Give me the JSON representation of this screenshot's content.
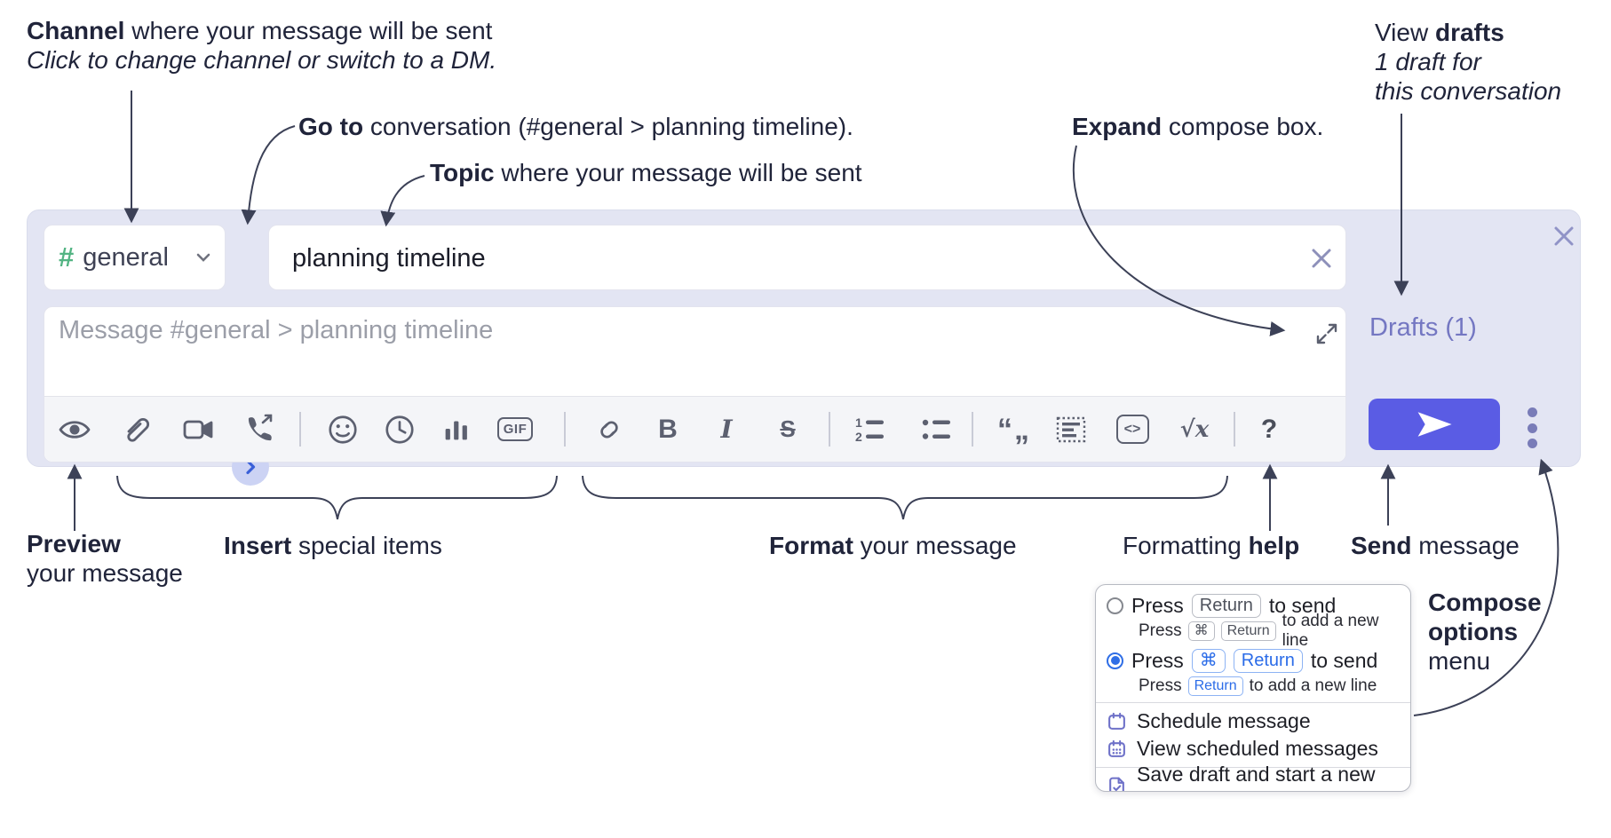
{
  "annotations": {
    "channel": {
      "bold": "Channel",
      "rest": " where your message will be sent",
      "line2": "Click to change channel or switch to a DM."
    },
    "goto": {
      "bold": "Go to",
      "rest": " conversation (#general > planning timeline)."
    },
    "topic": {
      "bold": "Topic",
      "rest": " where your message will be sent"
    },
    "expand": {
      "bold": "Expand",
      "rest": " compose box."
    },
    "view_drafts": {
      "pre": "View ",
      "bold": "drafts",
      "line2": "1 draft for",
      "line3": "this conversation"
    },
    "preview": {
      "bold": "Preview",
      "line2": "your message"
    },
    "insert": {
      "bold": "Insert",
      "rest": " special items"
    },
    "format": {
      "bold": "Format",
      "rest": " your message"
    },
    "formatting_help": {
      "pre": "Formatting ",
      "bold": "help"
    },
    "send": {
      "bold": "Send",
      "rest": " message"
    },
    "compose_options": {
      "line1": "Compose",
      "line2": "options",
      "line3": "menu"
    }
  },
  "compose": {
    "hash": "#",
    "channel_name": "general",
    "topic_value": "planning timeline",
    "message_placeholder": "Message #general > planning timeline",
    "drafts_label": "Drafts (1)"
  },
  "toolbar": {
    "gif": "GIF",
    "bold": "B",
    "italic": "I",
    "strike": "S",
    "ol1": "1",
    "ol2": "2",
    "quote": "“„",
    "code": "<>",
    "math": "√x",
    "help": "?"
  },
  "popup": {
    "opt1": {
      "pre": "Press",
      "kbd": "Return",
      "post": "to send",
      "sub_pre": "Press",
      "sub_kbd1": "⌘",
      "sub_kbd2": "Return",
      "sub_post": "to add a new line"
    },
    "opt2": {
      "pre": "Press",
      "kbd1": "⌘",
      "kbd2": "Return",
      "post": "to send",
      "sub_pre": "Press",
      "sub_kbd": "Return",
      "sub_post": "to add a new line"
    },
    "items": [
      "Schedule message",
      "View scheduled messages",
      "Save draft and start a new message"
    ]
  },
  "colors": {
    "accent_send": "#5a5ce4",
    "drafts_link": "#7477c2",
    "radio_selected": "#2f6ee6",
    "kbd_blue": "#2b6ce8",
    "hash_green": "#53b483",
    "compose_bg": "#e3e5f3",
    "annotation_ink": "#20243a"
  }
}
